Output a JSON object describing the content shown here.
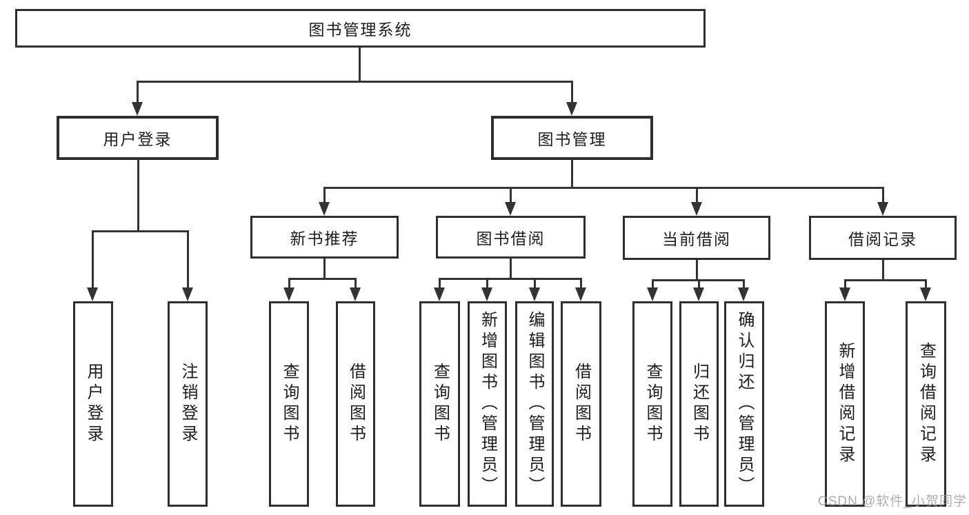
{
  "diagram": {
    "root": "图书管理系统",
    "level2": [
      "用户登录",
      "图书管理"
    ],
    "level3": [
      "新书推荐",
      "图书借阅",
      "当前借阅",
      "借阅记录"
    ],
    "leafGroups": [
      {
        "parent": "用户登录",
        "items": [
          "用户登录",
          "注销登录"
        ]
      },
      {
        "parent": "新书推荐",
        "items": [
          "查询图书",
          "借阅图书"
        ]
      },
      {
        "parent": "图书借阅",
        "items": [
          "查询图书",
          "新增图书（管理员）",
          "编辑图书（管理员）",
          "借阅图书"
        ]
      },
      {
        "parent": "当前借阅",
        "items": [
          "查询图书",
          "归还图书",
          "确认归还（管理员）"
        ]
      },
      {
        "parent": "借阅记录",
        "items": [
          "新增借阅记录",
          "查询借阅记录"
        ]
      }
    ]
  },
  "watermark": {
    "text": "CSDN @软件_小贺同学"
  },
  "colors": {
    "line": "#333333",
    "border": "#2e2e2e",
    "text": "#1d1d1d",
    "watermark": "#9e9e9e",
    "background": "#ffffff"
  }
}
